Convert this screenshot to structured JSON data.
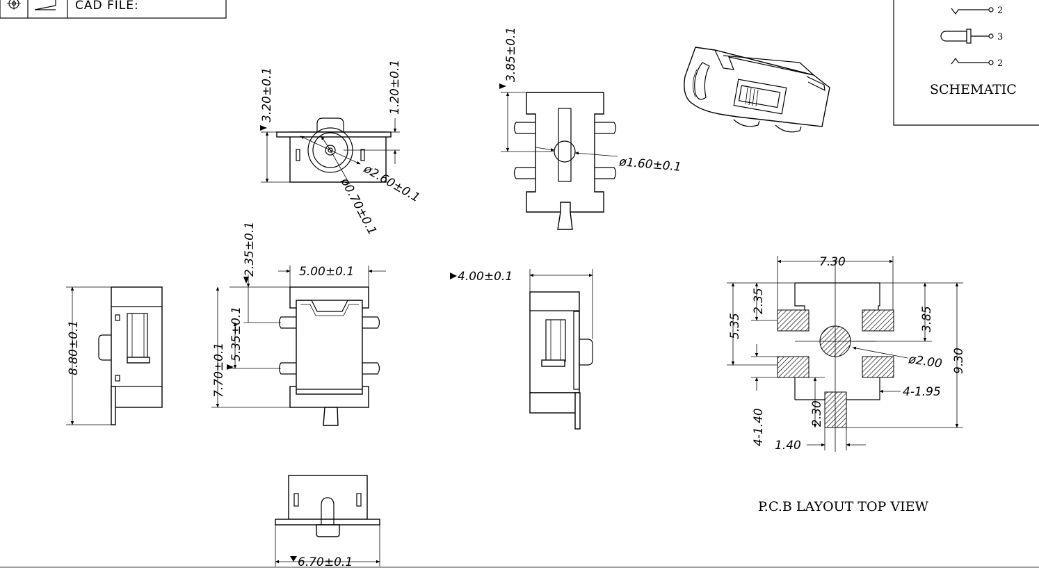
{
  "title_block": {
    "cad_file_label": "CAD  FILE:"
  },
  "schematic": {
    "title": "SCHEMATIC",
    "pin_top": "2",
    "pin_mid": "3",
    "pin_bot": "2"
  },
  "pcb": {
    "title": "P.C.B LAYOUT TOP VIEW",
    "dims": {
      "width": "7.30",
      "h535": "5.35",
      "h235": "2.35",
      "h385": "3.85",
      "h930": "9.30",
      "hole": "ø2.00",
      "pads": "4-1.95",
      "h140": "4-1.40",
      "h230": "2.30",
      "w140": "1.40"
    }
  },
  "front_view": {
    "dim_320": "3.20±0.1",
    "dim_120": "1.20±0.1",
    "dim_260": "ø2.60±0.1",
    "dim_070": "ø0.70±0.1"
  },
  "top_right_view": {
    "dim_385": "3.85±0.1",
    "dim_160": "ø1.60±0.1"
  },
  "left_view": {
    "dim_880": "8.80±0.1"
  },
  "top_view": {
    "dim_235": "2.35±0.1",
    "dim_500": "5.00±0.1",
    "dim_770": "7.70±0.1",
    "dim_535": "5.35±0.1"
  },
  "side_view": {
    "dim_400": "4.00±0.1"
  },
  "bottom_view": {
    "dim_670": "6.70±0.1"
  }
}
